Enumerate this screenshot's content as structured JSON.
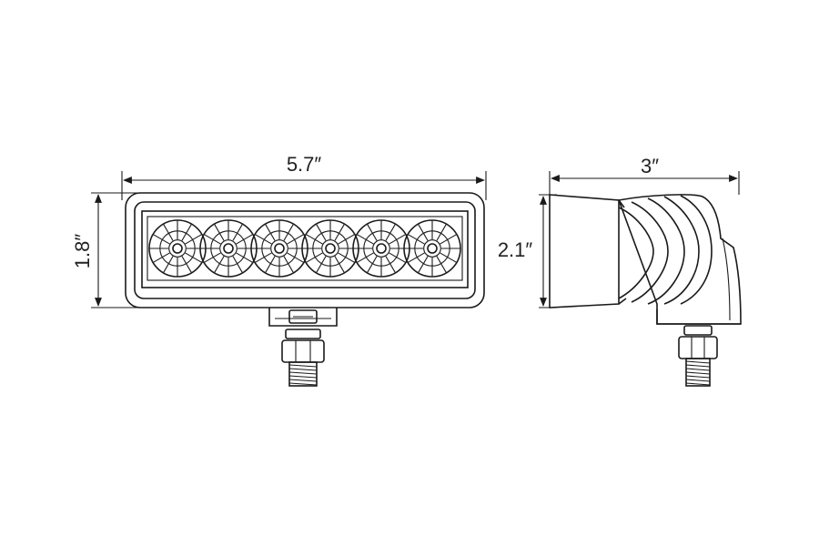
{
  "front_view": {
    "width_label": "5.7″",
    "height_label": "1.8″",
    "led_count": 6
  },
  "side_view": {
    "depth_label": "3″",
    "height_label": "2.1″"
  },
  "colors": {
    "line": "#1a1a1a",
    "background": "#ffffff"
  }
}
